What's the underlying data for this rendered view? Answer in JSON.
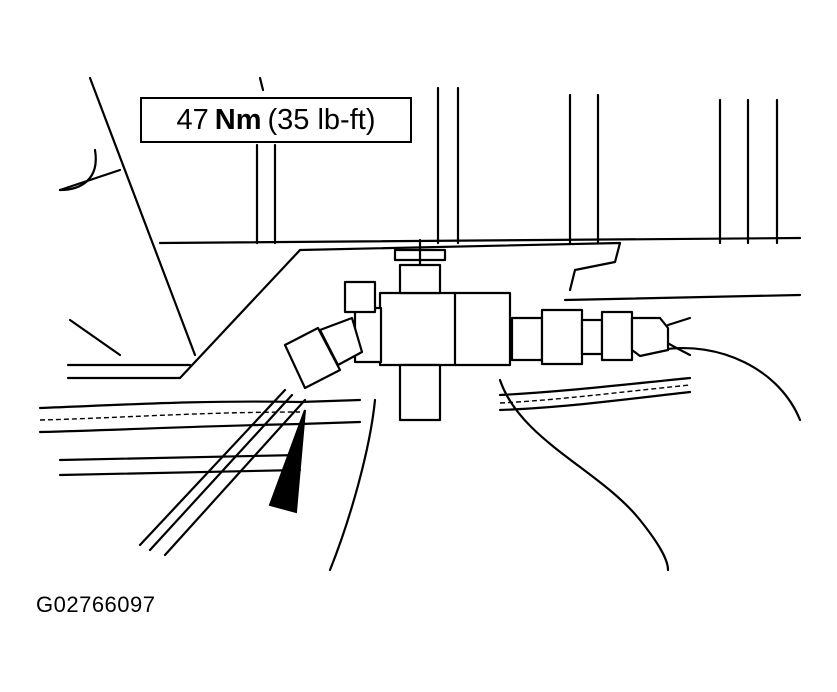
{
  "diagram": {
    "torque_label": {
      "value": "47",
      "unit": "Nm",
      "secondary": "(35 lb-ft)"
    },
    "figure_id": "G02766097"
  },
  "colors": {
    "line": "#000000",
    "background": "#ffffff"
  }
}
